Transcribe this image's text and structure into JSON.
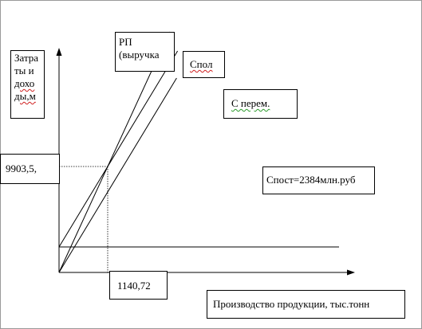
{
  "chart_data": {
    "type": "line",
    "title": "",
    "ylabel_lines": [
      "Затра",
      "ты и",
      "дохо",
      "ды,м"
    ],
    "xlabel": "Производство продукции, тыс.тонн",
    "labels": {
      "revenue_line": [
        "РП",
        "(выручка"
      ],
      "total_cost_line": "Спол",
      "variable_cost_line": "С перем.",
      "fixed_cost_line": "Спост=2384млн.руб"
    },
    "breakeven": {
      "x_label": "1140,72",
      "y_label": "9903,5,",
      "x": 1140.72,
      "y": 9903.5
    },
    "fixed_cost": 2384,
    "series": [
      {
        "name": "РП (выручка)",
        "x": [
          0,
          1140.72
        ],
        "y": [
          0,
          9903.5
        ]
      },
      {
        "name": "Спол",
        "x": [
          0,
          1140.72
        ],
        "y": [
          2384,
          9903.5
        ]
      },
      {
        "name": "С перем.",
        "x": [
          0,
          1140.72
        ],
        "y": [
          0,
          7519.5
        ]
      },
      {
        "name": "Спост=2384млн.руб",
        "x": [
          0,
          2600
        ],
        "y": [
          2384,
          2384
        ]
      }
    ],
    "xlim": [
      0,
      2600
    ],
    "ylim": [
      0,
      19800
    ],
    "grid": false,
    "legend": "none"
  }
}
